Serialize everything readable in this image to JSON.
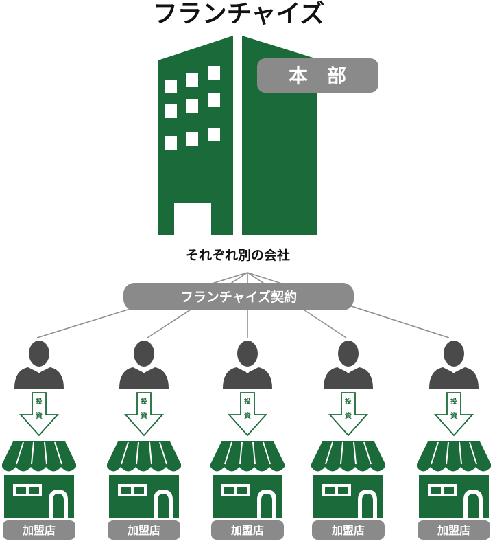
{
  "title": "フランチャイズ",
  "headquarters": {
    "label": "本　部"
  },
  "subtitle": "それぞれ別の会社",
  "contract": {
    "label": "フランチャイズ契約"
  },
  "investment": {
    "chars": [
      "投",
      "資"
    ]
  },
  "stores": [
    {
      "label": "加盟店"
    },
    {
      "label": "加盟店"
    },
    {
      "label": "加盟店"
    },
    {
      "label": "加盟店"
    },
    {
      "label": "加盟店"
    }
  ],
  "colors": {
    "green": "#1b6b3a",
    "gray": "#8a8a8a",
    "person": "#4a4a4a",
    "line": "#8f8f8f"
  },
  "icons": [
    "office-building-icon",
    "person-icon",
    "down-arrow-icon",
    "store-icon"
  ]
}
